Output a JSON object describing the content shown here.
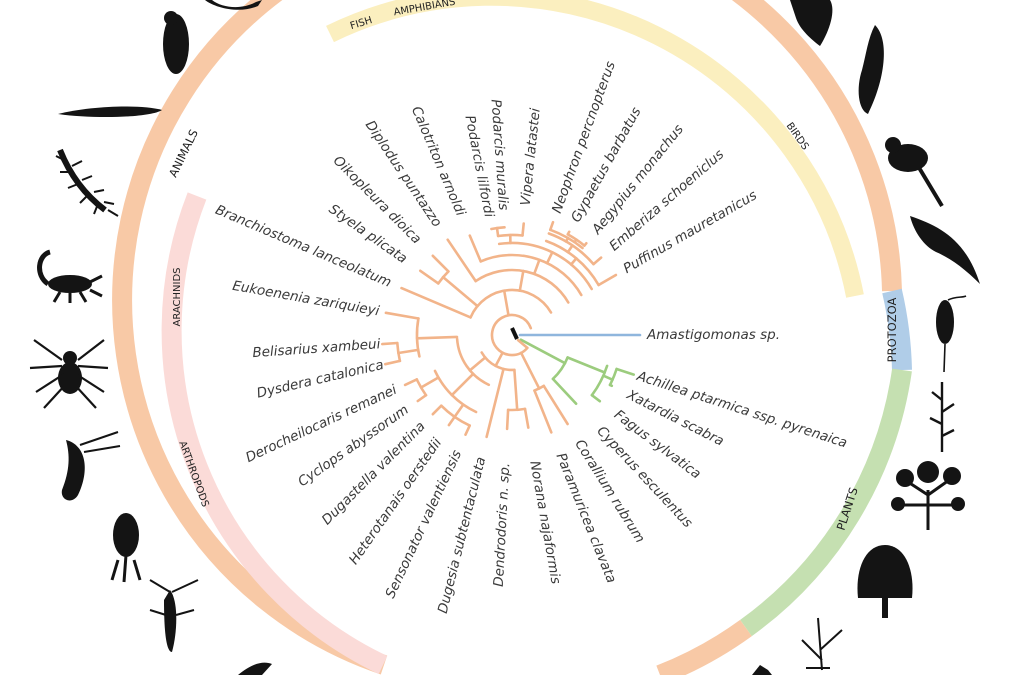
{
  "groups": {
    "animals": "ANIMALS",
    "fish": "FISH",
    "amphibians": "AMPHIBIANS",
    "birds": "BIRDS",
    "arachnids": "ARACHNIDS",
    "arthropods": "ARTHROPODS",
    "protozoa": "PROTOZOA",
    "plants": "PLANTS"
  },
  "species": {
    "s01": "Amastigomonas sp.",
    "s02": "Achillea ptarmica ssp. pyrenaica",
    "s03": "Xatardia scabra",
    "s04": "Fagus sylvatica",
    "s05": "Cyperus esculentus",
    "s06": "Corallium rubrum",
    "s07": "Paramuricea clavata",
    "s08": "Norana najaformis",
    "s09": "Dendrodoris n. sp.",
    "s10": "Dugesia subtentaculata",
    "s11": "Sensonator valentiensis",
    "s12": "Heterotanais oerstedii",
    "s13": "Dugastella valentina",
    "s14": "Cyclops abyssorum",
    "s15": "Derocheilocaris remanei",
    "s16": "Dysdera catalonica",
    "s17": "Belisarius xambeui",
    "s18": "Eukoenenia zariquieyi",
    "s19": "Branchiostoma lanceolatum",
    "s20": "Styela plicata",
    "s21": "Oikopleura dioica",
    "s22": "Diplodus puntazzo",
    "s23": "Calotriton arnoldi",
    "s24": "Podarcis lilfordi",
    "s25": "Podarcis muralis",
    "s26": "Vipera latastei",
    "s27": "Neophron percnopterus",
    "s28": "Gypaetus barbatus",
    "s29": "Aegypius monachus",
    "s30": "Emberiza schoeniclus",
    "s31": "Puffinus mauretanicus"
  },
  "colors": {
    "animals_branch": "#f2b48a",
    "plants_branch": "#9ccc7e",
    "protozoa_branch": "#8fb6dd",
    "root": "#111111",
    "animals_ring": "#f8c9a6",
    "fish_amphib_birds_ring": "#fbefbf",
    "arach_arthro_ring": "#fbdbd8",
    "protozoa_ring": "#b0cde8",
    "plants_ring": "#c5e0b1"
  },
  "icons": [
    "snake-silhouette-icon",
    "bird-silhouette-icon",
    "worm-silhouette-icon",
    "centipede-silhouette-icon",
    "scorpion-silhouette-icon",
    "spider-silhouette-icon",
    "crustacean-silhouette-icon",
    "copepod-silhouette-icon",
    "shrimp-silhouette-icon",
    "vulture-silhouette-icon",
    "songbird-silhouette-icon",
    "seabird-silhouette-icon",
    "protozoan-silhouette-icon",
    "herb-silhouette-icon",
    "shrub-silhouette-icon",
    "tree-silhouette-icon"
  ]
}
